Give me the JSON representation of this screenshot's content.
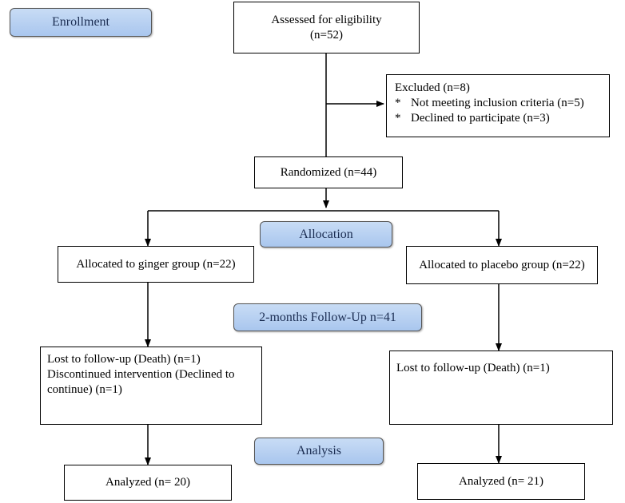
{
  "stages": {
    "enrollment": "Enrollment",
    "allocation": "Allocation",
    "followup": "2-months Follow-Up n=41",
    "analysis": "Analysis"
  },
  "boxes": {
    "assessed": {
      "line1": "Assessed for eligibility",
      "line2": "(n=52)"
    },
    "excluded": {
      "title": "Excluded (n=8)",
      "items": [
        {
          "bullet": "*",
          "text": "Not meeting inclusion criteria (n=5)"
        },
        {
          "bullet": "*",
          "text": "Declined to participate (n=3)"
        }
      ]
    },
    "randomized": "Randomized (n=44)",
    "ginger_alloc": "Allocated to ginger group (n=22)",
    "placebo_alloc": "Allocated to placebo group (n=22)",
    "ginger_followup": {
      "lines": [
        "Lost to follow-up (Death) (n=1)",
        "Discontinued intervention (Declined to",
        "continue) (n=1)"
      ]
    },
    "placebo_followup": "Lost to follow-up (Death) (n=1)",
    "ginger_analyzed": "Analyzed (n= 20)",
    "placebo_analyzed": "Analyzed (n= 21)"
  }
}
